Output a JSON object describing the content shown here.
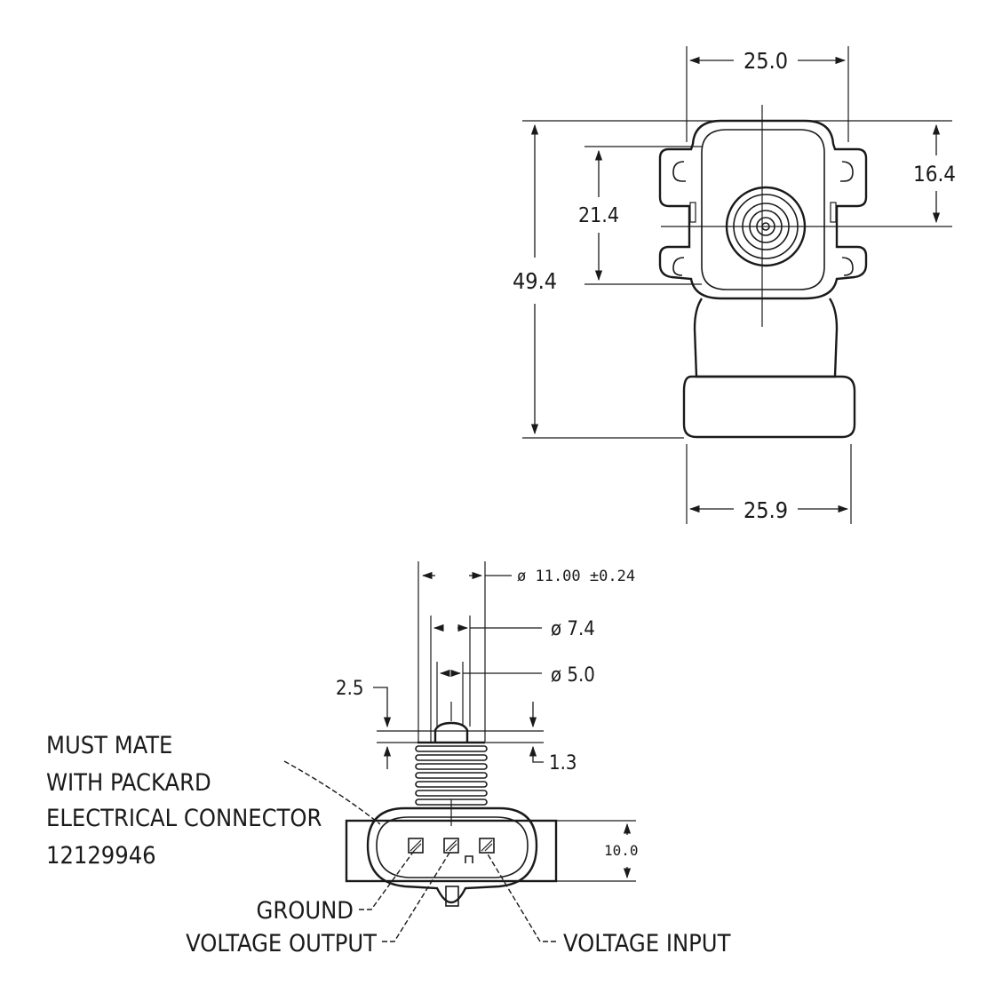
{
  "top_view": {
    "dim_width_top": "25.0",
    "dim_width_bottom": "25.9",
    "dim_height_total": "49.4",
    "dim_mount_hole_spacing": "21.4",
    "dim_port_offset": "16.4"
  },
  "side_view": {
    "dim_outer_diameter": "ø 11.00 ±0.24",
    "dim_mid_diameter": "ø 7.4",
    "dim_inner_diameter": "ø 5.0",
    "dim_rib_upper": "2.5",
    "dim_rib_lower": "1.3",
    "dim_connector_height": "10.0"
  },
  "labels": {
    "mate_note": [
      "MUST MATE",
      "WITH PACKARD",
      "ELECTRICAL CONNECTOR",
      "12129946"
    ],
    "pin_ground": "GROUND",
    "pin_voltage_output": "VOLTAGE OUTPUT",
    "pin_voltage_input": "VOLTAGE INPUT"
  }
}
